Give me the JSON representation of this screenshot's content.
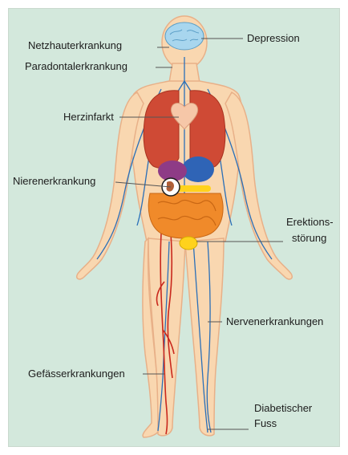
{
  "colors": {
    "background": "#d3e8dc",
    "skin": "#f9d7b0",
    "skin_outline": "#e8b088",
    "vein": "#2a6fb8",
    "artery": "#c9281d",
    "lung": "#cf4a35",
    "intestine": "#f08a2a",
    "brain": "#a8d6ee",
    "heart": "#f6c7a8",
    "kidney": "#8e3b86",
    "stomach": "#2f64b6",
    "bladder": "#ffd21c",
    "leader_line": "#555555"
  },
  "labels": {
    "netzhaut": "Netzhauterkrankung",
    "paradontal": "Paradontalerkrankung",
    "depression": "Depression",
    "herzinfarkt": "Herzinfarkt",
    "nieren": "Nierenerkrankung",
    "erektion_1": "Erektions-",
    "erektion_2": "störung",
    "nerven": "Nervenerkrankungen",
    "gefaess": "Gefässerkrankungen",
    "fuss_1": "Diabetischer",
    "fuss_2": "Fuss"
  },
  "icons": [
    "brain-icon",
    "heart-icon",
    "kidney-icon",
    "bladder-icon"
  ]
}
